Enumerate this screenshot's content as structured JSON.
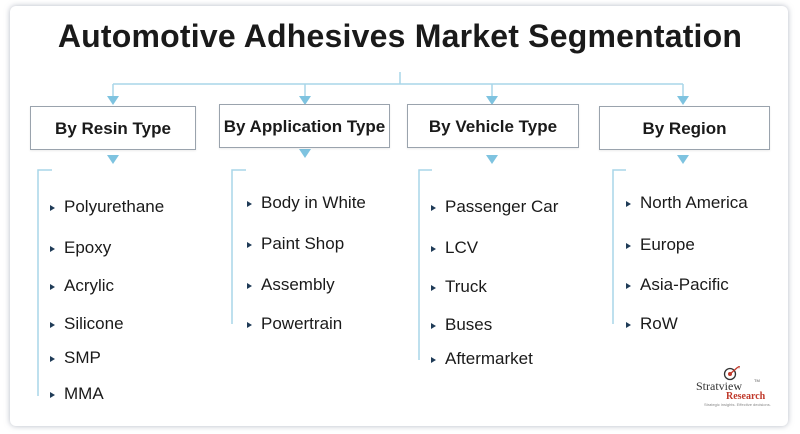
{
  "diagram": {
    "title": "Automotive Adhesives Market Segmentation",
    "categories": [
      {
        "label": "By Resin Type",
        "items": [
          "Polyurethane",
          "Epoxy",
          "Acrylic",
          "Silicone",
          "SMP",
          "MMA"
        ]
      },
      {
        "label": "By Application Type",
        "items": [
          "Body in White",
          "Paint Shop",
          "Assembly",
          "Powertrain"
        ]
      },
      {
        "label": "By Vehicle Type",
        "items": [
          "Passenger Car",
          "LCV",
          "Truck",
          "Buses",
          "Aftermarket"
        ]
      },
      {
        "label": "By Region",
        "items": [
          "North America",
          "Europe",
          "Asia-Pacific",
          "RoW"
        ]
      }
    ]
  },
  "logo": {
    "name": "Stratview",
    "tm": "TM",
    "subtitle": "Research",
    "tagline": "Strategic insights. Effective decisions."
  },
  "colors": {
    "connector": "#a9d6e8",
    "arrow": "#7ec3e0",
    "box_border": "#9aa3ad",
    "bullet": "#1f3b57"
  }
}
